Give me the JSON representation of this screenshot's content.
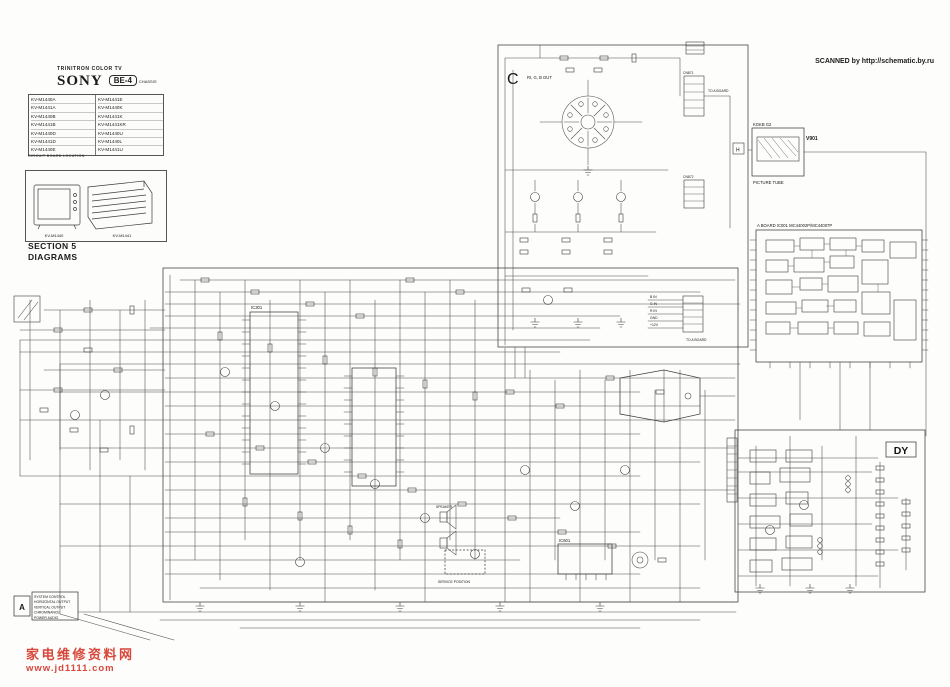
{
  "page": {
    "background": "#fdfdfb",
    "ink": "#3c3c3c",
    "accent_red": "#d8473b"
  },
  "header": {
    "trinitron": "TRINITRON COLOR TV",
    "brand": "SONY",
    "chassis": "BE-4",
    "chassis_suffix": "CHASSIS",
    "models_col1": [
      "KV-M1440A",
      "KV-M1441A",
      "KV-M1440B",
      "KV-M1441B",
      "KV-M1440D",
      "KV-M1441D",
      "KV-M1440E"
    ],
    "models_col2": [
      "KV-M1441E",
      "KV-M1440K",
      "KV-M1441K",
      "KV-M1441KR",
      "KV-M1440U",
      "KV-M1440L",
      "KV-M1441U"
    ],
    "table_caption": "CIRCUIT BOARD LOCATION",
    "tv_caption_left": "KV-M1440",
    "tv_caption_right": "KV-M1441"
  },
  "section_heading": {
    "line1": "SECTION 5",
    "line2": "DIAGRAMS"
  },
  "scanned_note": "SCANNED by http://schematic.by.ru",
  "schematic": {
    "c_section": {
      "marker": "C",
      "title": "RI, G, B OUT",
      "connector_top": "CN871",
      "connector_mid": "CN872",
      "to_a_board": "TO A BOARD",
      "pin_rows": [
        "B IN",
        "G IN",
        "R IN",
        "GND",
        "+12V"
      ]
    },
    "picture_tube": {
      "top_label": "KGKB G2",
      "designator": "V901",
      "name": "PICTURE TUBE",
      "h_box": "H"
    },
    "a_board": {
      "title": "A BOARD  IC001  MC44002P/MC44007P"
    },
    "ic301": {
      "designator": "IC301"
    },
    "ic601": {
      "designator": "IC601"
    },
    "dy": {
      "label": "DY"
    },
    "speaker": {
      "label": "SPEAKER"
    },
    "service": {
      "label": "SERVICE POSITION"
    },
    "a_marker": {
      "letter": "A",
      "notes": [
        "SYSTEM CONTROL",
        "HORIZONTAL OUTPUT",
        "VERTICAL OUTPUT",
        "CHROMINANCE",
        "POWER AUDIO"
      ]
    }
  },
  "watermark": {
    "site_name": "家电维修资料网",
    "url": "www.jd1111.com"
  }
}
